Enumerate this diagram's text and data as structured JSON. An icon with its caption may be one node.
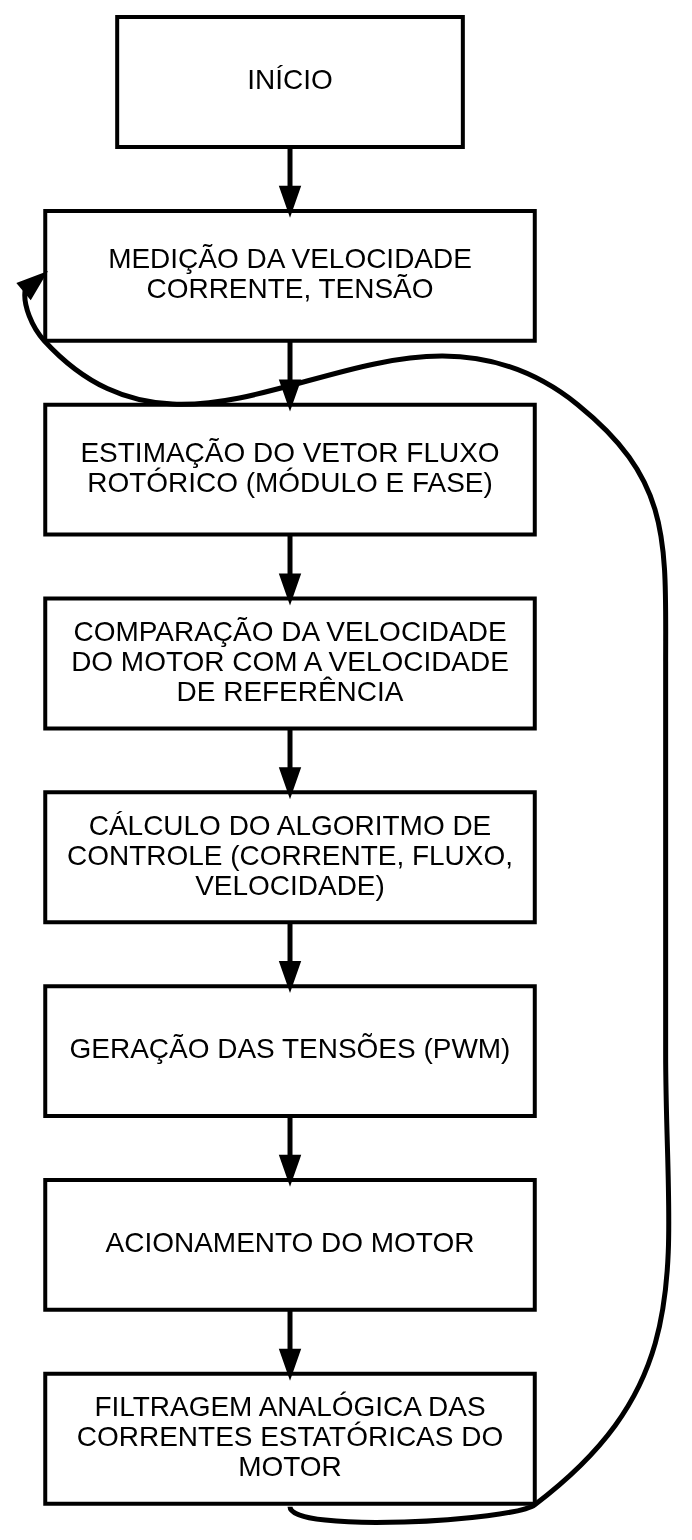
{
  "diagram": {
    "nodes": [
      {
        "text": [
          "INÍCIO"
        ]
      },
      {
        "text": [
          "MEDIÇÃO DA VELOCIDADE CORRENTE, TENSÃO"
        ]
      },
      {
        "text": [
          "ESTIMAÇÃO DO VETOR FLUXO ROTÓRICO (MÓDULO E FASE)"
        ]
      },
      {
        "text": [
          "COMPARAÇÃO DA VELOCIDADE DO MOTOR COM A VELOCIDADE DE REFERÊNCIA"
        ]
      },
      {
        "text": [
          "CÁLCULO DO ALGORITMO DE CONTROLE (CORRENTE, FLUXO, VELOCIDADE)"
        ]
      },
      {
        "text": [
          "GERAÇÃO DAS TENSÕES (PWM)"
        ]
      },
      {
        "text": [
          "ACIONAMENTO DO MOTOR"
        ]
      },
      {
        "text": [
          "FILTRAGEM ANALÓGICA DAS CORRENTES ESTATÓRICAS DO MOTOR"
        ]
      }
    ],
    "edges": [
      {
        "from": 0,
        "to": 1,
        "arrow": "to"
      },
      {
        "from": 1,
        "to": 2,
        "arrow": "to"
      },
      {
        "from": 2,
        "to": 3,
        "arrow": "to"
      },
      {
        "from": 3,
        "to": 4,
        "arrow": "to"
      },
      {
        "from": 4,
        "to": 5,
        "arrow": "to"
      },
      {
        "from": 5,
        "to": 6,
        "arrow": "to"
      },
      {
        "from": 6,
        "to": 7,
        "arrow": "to"
      },
      {
        "from": 7,
        "to": 1,
        "arrow": "to"
      }
    ]
  }
}
